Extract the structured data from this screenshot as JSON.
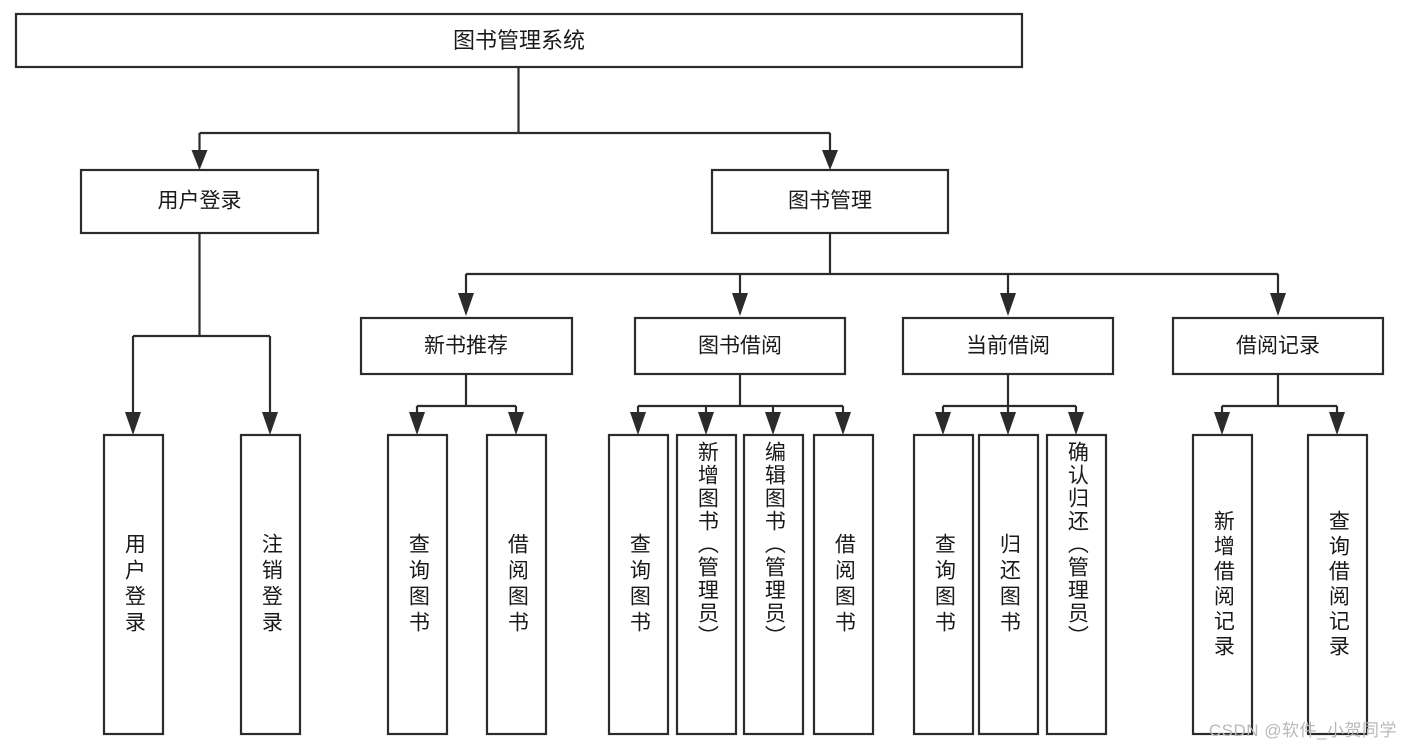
{
  "diagram": {
    "type": "tree-hierarchy",
    "title": "图书管理系统",
    "watermark": "CSDN @软件_小贺同学",
    "colors": {
      "stroke": "#2b2b2b",
      "fill": "#ffffff",
      "text": "#1a1a1a",
      "watermark": "#b9b9b9",
      "background": "#ffffff"
    },
    "root": {
      "id": "root",
      "label": "图书管理系统",
      "orientation": "horizontal"
    },
    "level1": [
      {
        "id": "user-login",
        "label": "用户登录",
        "orientation": "horizontal"
      },
      {
        "id": "book-management",
        "label": "图书管理",
        "orientation": "horizontal"
      }
    ],
    "level2": [
      {
        "id": "new-book-recommend",
        "label": "新书推荐",
        "parent": "book-management",
        "orientation": "horizontal"
      },
      {
        "id": "book-borrow",
        "label": "图书借阅",
        "parent": "book-management",
        "orientation": "horizontal"
      },
      {
        "id": "current-borrow",
        "label": "当前借阅",
        "parent": "book-management",
        "orientation": "horizontal"
      },
      {
        "id": "borrow-record",
        "label": "借阅记录",
        "parent": "book-management",
        "orientation": "horizontal"
      }
    ],
    "leaves": [
      {
        "id": "leaf-user-login",
        "label": "用户登录",
        "parent": "user-login",
        "orientation": "vertical"
      },
      {
        "id": "leaf-user-logout",
        "label": "注销登录",
        "parent": "user-login",
        "orientation": "vertical"
      },
      {
        "id": "leaf-query-book-1",
        "label": "查询图书",
        "parent": "new-book-recommend",
        "orientation": "vertical"
      },
      {
        "id": "leaf-borrow-book-1",
        "label": "借阅图书",
        "parent": "new-book-recommend",
        "orientation": "vertical"
      },
      {
        "id": "leaf-query-book-2",
        "label": "查询图书",
        "parent": "book-borrow",
        "orientation": "vertical"
      },
      {
        "id": "leaf-add-book",
        "label": "新增图书（管理员）",
        "parent": "book-borrow",
        "orientation": "vertical"
      },
      {
        "id": "leaf-edit-book",
        "label": "编辑图书（管理员）",
        "parent": "book-borrow",
        "orientation": "vertical"
      },
      {
        "id": "leaf-borrow-book-2",
        "label": "借阅图书",
        "parent": "book-borrow",
        "orientation": "vertical"
      },
      {
        "id": "leaf-query-book-3",
        "label": "查询图书",
        "parent": "current-borrow",
        "orientation": "vertical"
      },
      {
        "id": "leaf-return-book",
        "label": "归还图书",
        "parent": "current-borrow",
        "orientation": "vertical"
      },
      {
        "id": "leaf-confirm-return",
        "label": "确认归还（管理员）",
        "parent": "current-borrow",
        "orientation": "vertical"
      },
      {
        "id": "leaf-add-record",
        "label": "新增借阅记录",
        "parent": "borrow-record",
        "orientation": "vertical"
      },
      {
        "id": "leaf-query-record",
        "label": "查询借阅记录",
        "parent": "borrow-record",
        "orientation": "vertical"
      }
    ]
  }
}
